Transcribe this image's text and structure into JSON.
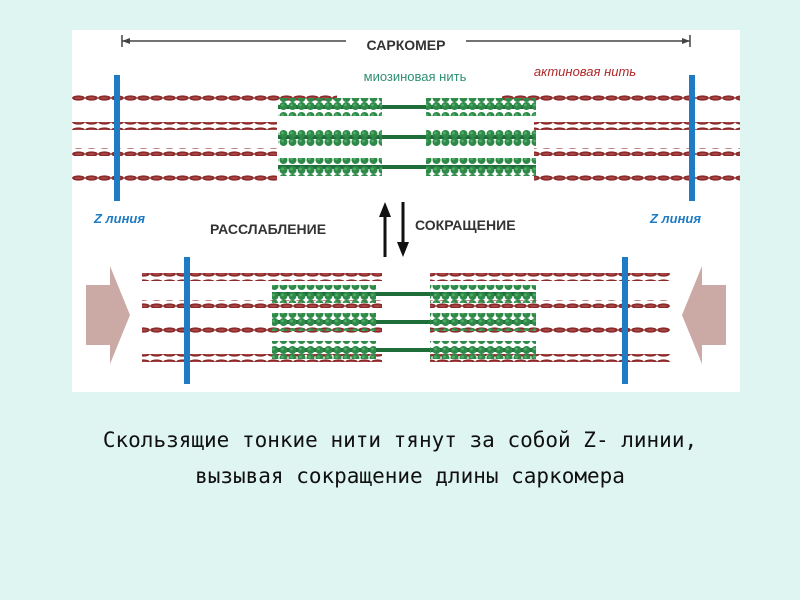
{
  "diagram": {
    "title": "САРКОМЕР",
    "myosin_label": "миозиновая нить",
    "actin_label": "актиновая нить",
    "z_line_label_left": "Z линия",
    "z_line_label_right": "Z  линия",
    "relaxation_label": "РАССЛАБЛЕНИЕ",
    "contraction_label": "СОКРАЩЕНИЕ"
  },
  "caption": {
    "line1": "Скользящие тонкие нити тянут за собой Z- линии,",
    "line2": "вызывая сокращение длины саркомера"
  },
  "colors": {
    "background": "#dff5f1",
    "actin": "#8b2a2a",
    "myosin": "#1f6e3a",
    "myosin_head": "#2f8a4a",
    "z_line": "#1e7bc4",
    "label_myosin": "#2e8f72",
    "label_actin": "#b02828",
    "arrow_fill": "#cbaaa6"
  }
}
